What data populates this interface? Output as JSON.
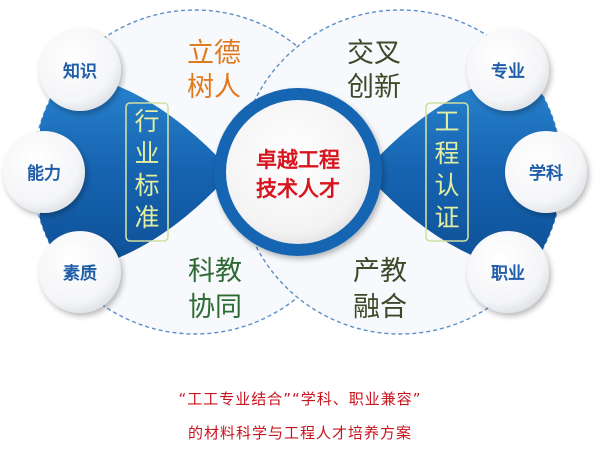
{
  "colors": {
    "blue": "#1b6fba",
    "blue_dark": "#0f4e96",
    "orange": "#e07a1f",
    "dark_olive": "#3c4a2a",
    "green_text": "#2f6b35",
    "red": "#d8141e",
    "node_text": "#1f5da8"
  },
  "center": {
    "line1": "卓越工程",
    "line2": "技术人才"
  },
  "quadrants": {
    "top_left": {
      "line1": "立德",
      "line2": "树人"
    },
    "top_right": {
      "line1": "交叉",
      "line2": "创新"
    },
    "bottom_left": {
      "line1": "科教",
      "line2": "协同"
    },
    "bottom_right": {
      "line1": "产教",
      "line2": "融合"
    }
  },
  "left_box": [
    "行",
    "业",
    "标",
    "准"
  ],
  "right_box": [
    "工",
    "程",
    "认",
    "证"
  ],
  "left_nodes": [
    "知识",
    "能力",
    "素质"
  ],
  "right_nodes": [
    "专业",
    "学科",
    "职业"
  ],
  "caption": {
    "line1": "“工工专业结合”“学科、职业兼容”",
    "line2": "的材料科学与工程人才培养方案"
  }
}
